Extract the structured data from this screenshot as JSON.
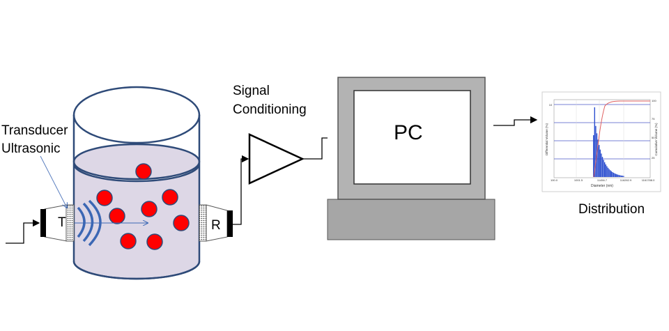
{
  "labels": {
    "transducer": "Transducer",
    "ultrasonic": "Ultrasonic",
    "signal": "Signal",
    "conditioning": "Conditioning",
    "pc": "PC",
    "distribution": "Distribution",
    "t": "T",
    "r": "R"
  },
  "colors": {
    "line": "#000000",
    "vessel": "#2e4a78",
    "liquid": "#ddd7e6",
    "particle": "#ff0000",
    "wave": "#3b67b4",
    "pc_frame": "#b3b3b3",
    "pc_base": "#a6a6a6"
  },
  "thumbnail": {
    "ylabel_left": "Differential Volume (%)",
    "ylabel_right": "Cumulative Volume (%)",
    "xlabel": "Diameter (nm)",
    "x_ticks": [
      "100.0",
      "1001.5",
      "11456.7",
      "116282.9",
      "1161788.0"
    ],
    "y_ticks_right": [
      "100",
      "75",
      "50",
      "25"
    ],
    "y_tick_left_top": "10"
  }
}
